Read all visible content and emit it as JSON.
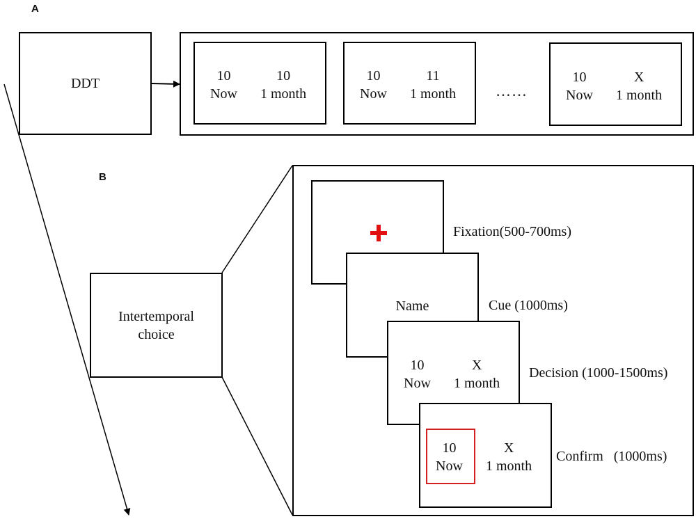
{
  "panel_a": {
    "label": "A",
    "ddt_label": "DDT",
    "trials": [
      {
        "small_amount": "10",
        "small_delay": "Now",
        "large_amount": "10",
        "large_delay": "1 month"
      },
      {
        "small_amount": "10",
        "small_delay": "Now",
        "large_amount": "11",
        "large_delay": "1 month"
      },
      {
        "small_amount": "10",
        "small_delay": "Now",
        "large_amount": "X",
        "large_delay": "1 month"
      }
    ],
    "ellipsis": "……"
  },
  "panel_b": {
    "label": "B",
    "task_label_line1": "Intertemporal",
    "task_label_line2": "choice",
    "cue_text": "Name",
    "decision": {
      "small_amount": "10",
      "small_delay": "Now",
      "large_amount": "X",
      "large_delay": "1 month"
    },
    "confirm": {
      "small_amount": "10",
      "small_delay": "Now",
      "large_amount": "X",
      "large_delay": "1 month"
    },
    "stages": {
      "fixation": "Fixation(500-700ms)",
      "cue": "Cue (1000ms)",
      "decision": "Decision (1000-1500ms)",
      "confirm": "Confirm   (1000ms)"
    }
  },
  "colors": {
    "fixation_cross": "#e01010",
    "confirm_highlight": "#d42020",
    "lines": "#000000"
  }
}
